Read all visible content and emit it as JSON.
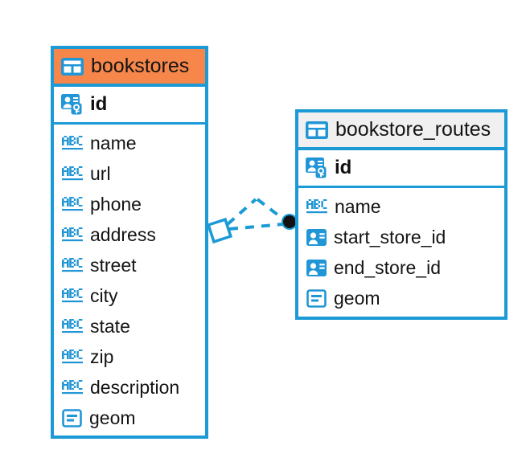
{
  "diagram": {
    "type": "entity-relationship-diagram",
    "colors": {
      "border": "#1B9AD6",
      "header_accent": "#F6864A",
      "header_neutral": "#F0F0F0",
      "icon_blue": "#2196D6",
      "connector": "#1B9AD6",
      "connector_endpoint": "#111111",
      "background": "#FFFFFF",
      "text": "#141414"
    },
    "entities": [
      {
        "id": "bookstores",
        "name": "bookstores",
        "header_style": "accent-orange",
        "table_icon": "table-icon",
        "primary_key": {
          "name": "id",
          "icon": "primary-key-icon"
        },
        "fields": [
          {
            "name": "name",
            "icon": "text-type-icon"
          },
          {
            "name": "url",
            "icon": "text-type-icon"
          },
          {
            "name": "phone",
            "icon": "text-type-icon"
          },
          {
            "name": "address",
            "icon": "text-type-icon"
          },
          {
            "name": "street",
            "icon": "text-type-icon"
          },
          {
            "name": "city",
            "icon": "text-type-icon"
          },
          {
            "name": "state",
            "icon": "text-type-icon"
          },
          {
            "name": "zip",
            "icon": "text-type-icon"
          },
          {
            "name": "description",
            "icon": "text-type-icon"
          },
          {
            "name": "geom",
            "icon": "geometry-type-icon"
          }
        ]
      },
      {
        "id": "bookstore_routes",
        "name": "bookstore_routes",
        "header_style": "accent-gray",
        "table_icon": "table-icon",
        "primary_key": {
          "name": "id",
          "icon": "primary-key-icon"
        },
        "fields": [
          {
            "name": "name",
            "icon": "text-type-icon"
          },
          {
            "name": "start_store_id",
            "icon": "foreign-key-icon"
          },
          {
            "name": "end_store_id",
            "icon": "foreign-key-icon"
          },
          {
            "name": "geom",
            "icon": "geometry-type-icon"
          }
        ]
      }
    ],
    "relationship": {
      "from_entity": "bookstores",
      "to_entity": "bookstore_routes",
      "line_style": "dashed",
      "source_marker": "diamond-outline-marker",
      "target_marker": "filled-circle-marker"
    }
  }
}
